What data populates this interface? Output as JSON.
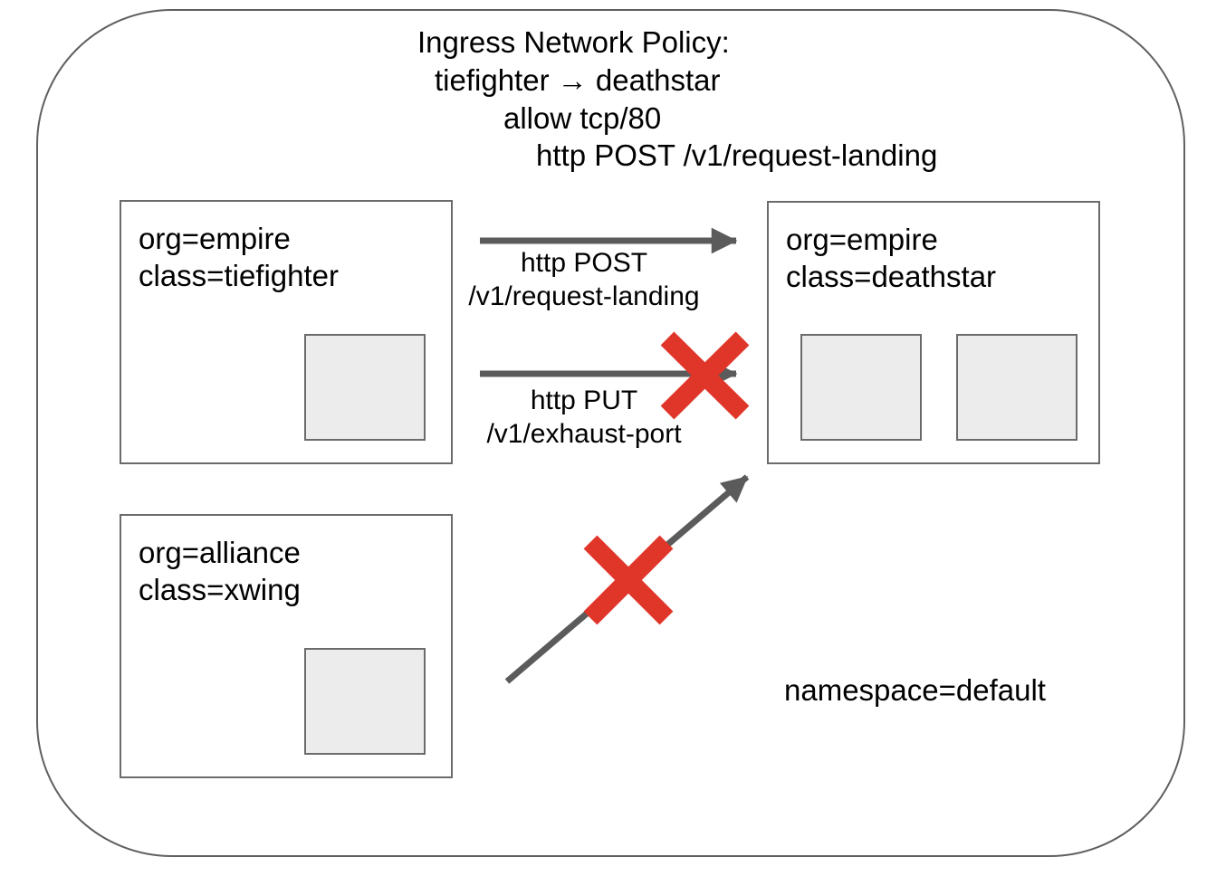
{
  "diagram": {
    "title_lines": [
      "Ingress Network Policy:",
      "tiefighter → deathstar",
      "allow tcp/80",
      "http POST /v1/request-landing"
    ],
    "namespace_label": "namespace=default"
  },
  "nodes": {
    "tiefighter": {
      "org": "org=empire",
      "class": "class=tiefighter",
      "pod_count": 1
    },
    "deathstar": {
      "org": "org=empire",
      "class": "class=deathstar",
      "pod_count": 2
    },
    "xwing": {
      "org": "org=alliance",
      "class": "class=xwing",
      "pod_count": 1
    }
  },
  "edges": {
    "post_allowed": {
      "from": "tiefighter",
      "to": "deathstar",
      "line1": "http POST",
      "line2": "/v1/request-landing",
      "status": "allowed"
    },
    "put_denied": {
      "from": "tiefighter",
      "to": "deathstar",
      "line1": "http PUT",
      "line2": "/v1/exhaust-port",
      "status": "denied"
    },
    "xwing_denied": {
      "from": "xwing",
      "to": "deathstar",
      "status": "denied"
    }
  },
  "colors": {
    "arrow_gray": "#5b5b5b",
    "denied_red": "#e0362a",
    "box_border": "#6b6b6b",
    "pod_fill": "#ececec",
    "outer_border": "#606060",
    "text": "#000000"
  }
}
